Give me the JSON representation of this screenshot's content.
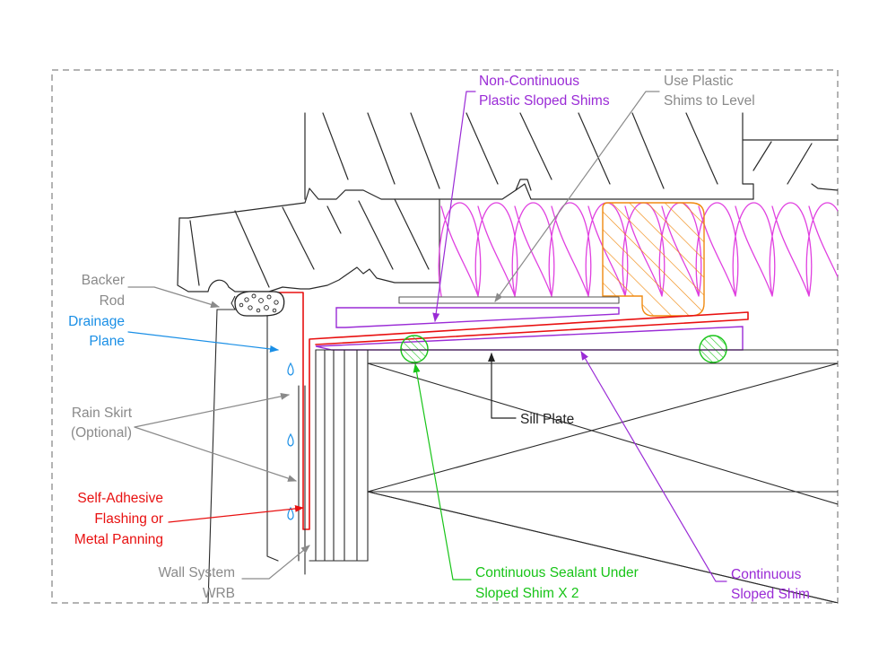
{
  "labels": {
    "non_continuous_l1": "Non-Continuous",
    "non_continuous_l2": "Plastic Sloped Shims",
    "use_plastic_l1": "Use Plastic",
    "use_plastic_l2": "Shims to Level",
    "backer_rod_l1": "Backer",
    "backer_rod_l2": "Rod",
    "drainage_l1": "Drainage",
    "drainage_l2": "Plane",
    "rain_skirt_l1": "Rain Skirt",
    "rain_skirt_l2": "(Optional)",
    "self_adhesive_l1": "Self-Adhesive",
    "self_adhesive_l2": "Flashing or",
    "self_adhesive_l3": "Metal Panning",
    "wall_system_l1": "Wall System",
    "wall_system_l2": "WRB",
    "sill_plate": "Sill Plate",
    "sealant_l1": "Continuous Sealant Under",
    "sealant_l2": "Sloped Shim X 2",
    "cont_shim_l1": "Continuous",
    "cont_shim_l2": "Sloped Shim"
  },
  "colors": {
    "purple": "#9a2bd6",
    "gray": "#8a8a8a",
    "blue": "#1a8fe6",
    "red": "#e81010",
    "green": "#18c418",
    "magenta": "#e040e0",
    "orange": "#f08a10",
    "black": "#222222",
    "frame": "#9a9a9a"
  },
  "icons": {
    "drip": "water-drop-icon"
  }
}
